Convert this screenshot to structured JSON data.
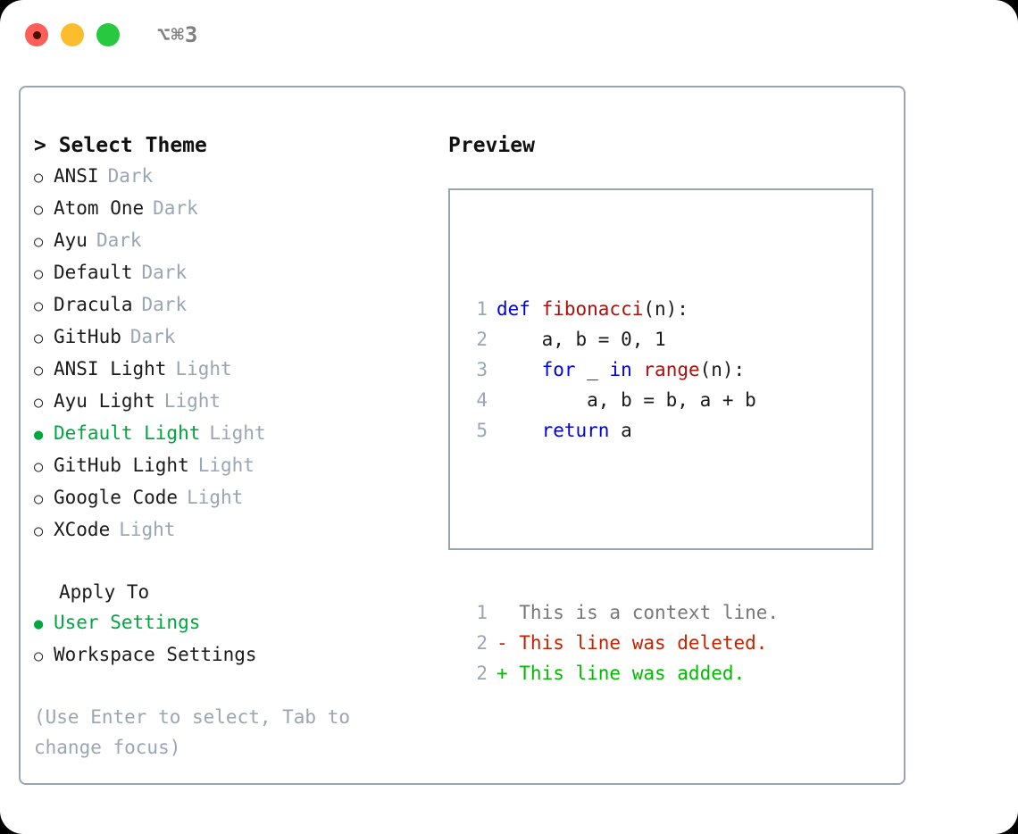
{
  "window": {
    "traffic_lights": [
      "close",
      "minimize",
      "maximize"
    ],
    "shortcut_label": "⌥⌘3"
  },
  "colors": {
    "border": "#9aa5b1",
    "muted": "#9aa5b5",
    "selected_green": "#00a63f",
    "keyword_blue": "#0000dd",
    "function_red": "#aa1111",
    "diff_add": "#00bb00",
    "diff_del": "#c42200",
    "light_red": "#fb5f57",
    "light_yellow": "#fbbd2e",
    "light_green": "#28c840"
  },
  "theme_list": {
    "title": "> Select Theme",
    "items": [
      {
        "marker": "○",
        "label": "ANSI",
        "tag": "Dark",
        "selected": false
      },
      {
        "marker": "○",
        "label": "Atom One",
        "tag": "Dark",
        "selected": false
      },
      {
        "marker": "○",
        "label": "Ayu",
        "tag": "Dark",
        "selected": false
      },
      {
        "marker": "○",
        "label": "Default",
        "tag": "Dark",
        "selected": false
      },
      {
        "marker": "○",
        "label": "Dracula",
        "tag": "Dark",
        "selected": false
      },
      {
        "marker": "○",
        "label": "GitHub",
        "tag": "Dark",
        "selected": false
      },
      {
        "marker": "○",
        "label": "ANSI Light",
        "tag": "Light",
        "selected": false
      },
      {
        "marker": "○",
        "label": "Ayu Light",
        "tag": "Light",
        "selected": false
      },
      {
        "marker": "●",
        "label": "Default Light",
        "tag": "Light",
        "selected": true
      },
      {
        "marker": "○",
        "label": "GitHub Light",
        "tag": "Light",
        "selected": false
      },
      {
        "marker": "○",
        "label": "Google Code",
        "tag": "Light",
        "selected": false
      },
      {
        "marker": "○",
        "label": "XCode",
        "tag": "Light",
        "selected": false
      }
    ]
  },
  "apply_to": {
    "title": "Apply To",
    "items": [
      {
        "marker": "●",
        "label": "User Settings",
        "selected": true
      },
      {
        "marker": "○",
        "label": "Workspace Settings",
        "selected": false
      }
    ]
  },
  "hint": "(Use Enter to select, Tab to change focus)",
  "preview": {
    "title": "Preview",
    "code_lines": [
      {
        "no": "1",
        "segments": [
          {
            "t": "def ",
            "c": "kw"
          },
          {
            "t": "fibonacci",
            "c": "fn"
          },
          {
            "t": "(n):",
            "c": ""
          }
        ]
      },
      {
        "no": "2",
        "segments": [
          {
            "t": "    a, b = 0, 1",
            "c": ""
          }
        ]
      },
      {
        "no": "3",
        "segments": [
          {
            "t": "    ",
            "c": ""
          },
          {
            "t": "for",
            "c": "kw"
          },
          {
            "t": " _ ",
            "c": ""
          },
          {
            "t": "in",
            "c": "kw"
          },
          {
            "t": " ",
            "c": ""
          },
          {
            "t": "range",
            "c": "fn"
          },
          {
            "t": "(n):",
            "c": ""
          }
        ]
      },
      {
        "no": "4",
        "segments": [
          {
            "t": "        a, b = b, a + b",
            "c": ""
          }
        ]
      },
      {
        "no": "5",
        "segments": [
          {
            "t": "    ",
            "c": ""
          },
          {
            "t": "return",
            "c": "kw"
          },
          {
            "t": " a",
            "c": ""
          }
        ]
      }
    ],
    "diff_lines": [
      {
        "no": "1",
        "text": "  This is a context line.",
        "kind": "ctx"
      },
      {
        "no": "2",
        "text": "- This line was deleted.",
        "kind": "del"
      },
      {
        "no": "2",
        "text": "+ This line was added.",
        "kind": "add"
      }
    ]
  }
}
